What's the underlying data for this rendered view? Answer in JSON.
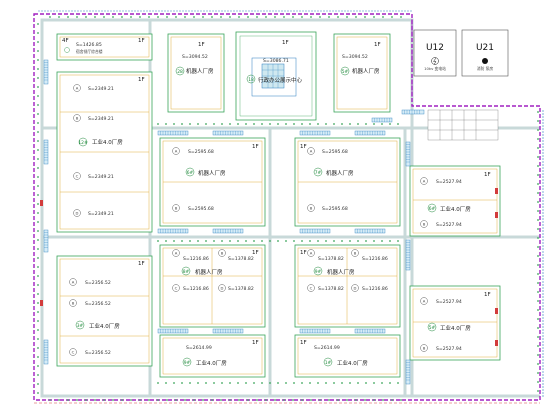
{
  "site": {
    "canteen": {
      "floor": "4F",
      "area": "S=1426.85",
      "name": "宿舍餐厅综合楼",
      "floor_right": "1F"
    },
    "office": {
      "floor": "1F",
      "area": "S=3086.71",
      "name": "行政办公展示中心",
      "number": "18"
    },
    "robot_tl": {
      "floor": "1F",
      "area": "S=3094.52",
      "name": "机器人厂房",
      "number": "28"
    },
    "robot_tr": {
      "floor": "1F",
      "area": "S=3094.52",
      "name": "机器人厂房",
      "number": "5#"
    },
    "u12": {
      "title": "U12",
      "sub": "10kv 变电站"
    },
    "u21": {
      "title": "U21",
      "sub": "消防 泵房"
    },
    "ind_left_top": {
      "floor": "1F",
      "name": "工业4.0厂房",
      "number": "12#",
      "units": [
        {
          "label": "A",
          "area": "S=2349.21"
        },
        {
          "label": "B",
          "area": "S=2349.21"
        },
        {
          "label": "C",
          "area": "S=2349.21"
        },
        {
          "label": "D",
          "area": "S=2349.21"
        }
      ]
    },
    "robot_ml": {
      "floor": "1F",
      "name": "机器人厂房",
      "number": "6#",
      "units": [
        {
          "label": "A",
          "area": "S=2595.68"
        },
        {
          "label": "B",
          "area": "S=2595.68"
        }
      ]
    },
    "robot_mr": {
      "floor": "1F",
      "name": "机器人厂房",
      "number": "7#",
      "units": [
        {
          "label": "A",
          "area": "S=2595.68"
        },
        {
          "label": "B",
          "area": "S=2595.68"
        }
      ]
    },
    "ind_right_top": {
      "floor": "1F",
      "name": "工业4.0厂房",
      "number": "6#",
      "units": [
        {
          "label": "A",
          "area": "S=2527.94"
        },
        {
          "label": "B",
          "area": "S=2527.94"
        }
      ]
    },
    "ind_left_bottom": {
      "floor": "1F",
      "name": "工业4.0厂房",
      "number": "3#",
      "units": [
        {
          "label": "A",
          "area": "S=2356.52"
        },
        {
          "label": "B",
          "area": "S=2356.52"
        },
        {
          "label": "C",
          "area": "S=2356.52"
        }
      ]
    },
    "robot_bl": {
      "floor": "1F",
      "name": "机器人厂房",
      "number": "8#",
      "units": [
        {
          "label": "A",
          "area": "S=1216.86"
        },
        {
          "label": "B",
          "area": "S=1378.82"
        },
        {
          "label": "C",
          "area": "S=1216.86"
        },
        {
          "label": "D",
          "area": "S=1378.82"
        }
      ]
    },
    "robot_br": {
      "floor": "1F",
      "name": "机器人厂房",
      "number": "9#",
      "units": [
        {
          "label": "A",
          "area": "S=1378.82"
        },
        {
          "label": "B",
          "area": "S=1216.86"
        },
        {
          "label": "C",
          "area": "S=1378.82"
        },
        {
          "label": "D",
          "area": "S=1216.86"
        }
      ]
    },
    "ind_right_bottom": {
      "floor": "1F",
      "name": "工业4.0厂房",
      "number": "5#",
      "units": [
        {
          "label": "A",
          "area": "S=2527.94"
        },
        {
          "label": "B",
          "area": "S=2527.94"
        }
      ]
    },
    "ind_bc_left": {
      "floor": "1F",
      "area": "S=2614.99",
      "name": "工业4.0厂房",
      "number": "9#"
    },
    "ind_bc_right": {
      "floor": "1F",
      "area": "S=2614.99",
      "name": "工业4.0厂房",
      "number": "1#"
    }
  },
  "colors": {
    "boundary": "#a020c0",
    "road": "#c8d9d9",
    "building": "#3aa55a",
    "unit_line": "#e0b040",
    "parking": "#2a7fbf",
    "tree": "#3aa55a",
    "accent_red": "#d23b3b"
  }
}
